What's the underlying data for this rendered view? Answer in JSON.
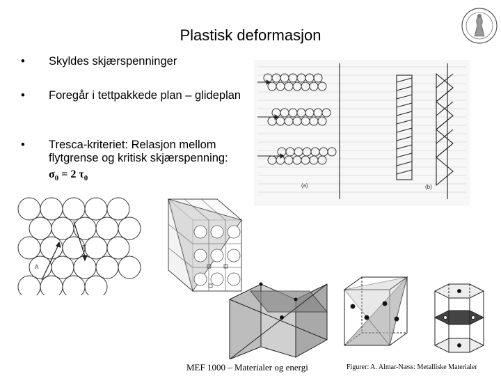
{
  "slide": {
    "title": "Plastisk deformasjon",
    "bullets": [
      {
        "marker": "•",
        "text": "Skyldes skjærspenninger"
      },
      {
        "marker": "•",
        "text": "Foregår i tettpakkede plan – glideplan"
      },
      {
        "marker": "•",
        "text": "Tresca-kriteriet: Relasjon mellom flytgrense og kritisk skjærspenning:"
      }
    ],
    "formula": {
      "lhs": "σ",
      "lhs_sub": "0",
      "eq": " = 2 ",
      "rhs": "τ",
      "rhs_sub": "0"
    }
  },
  "figures": {
    "label_a": "(a)",
    "label_b": "(b)",
    "label_A": "A",
    "label_B": "B"
  },
  "footer": {
    "left": "MEF 1000 – Materialer og energi",
    "right": "Figurer: A. Almar-Næss: Metalliske Materialer"
  }
}
